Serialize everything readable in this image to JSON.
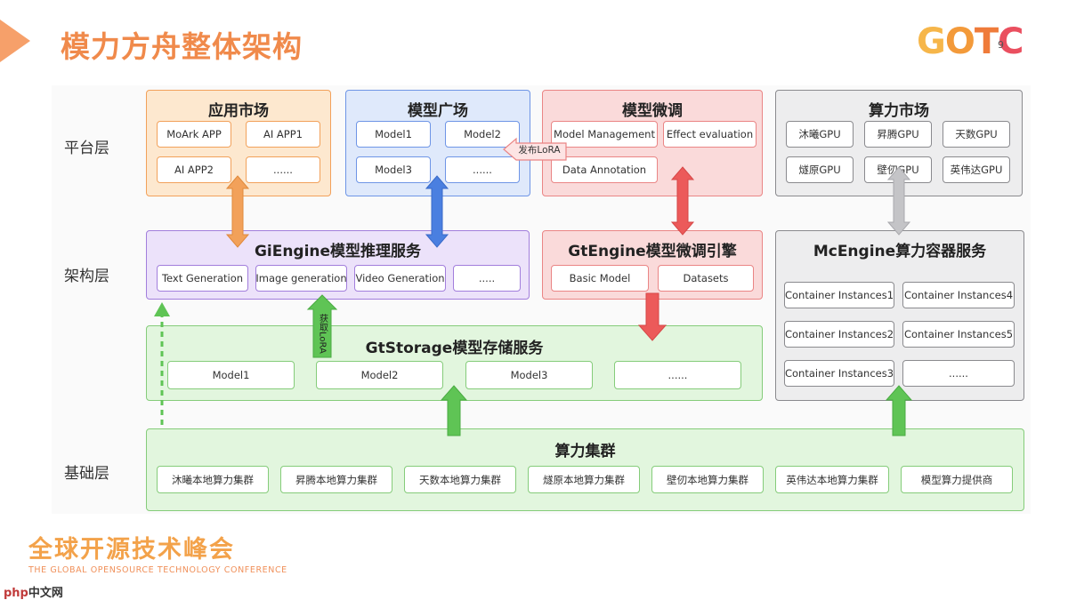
{
  "title": "模力方舟整体架构",
  "logo": {
    "text": "GOTC",
    "page": "9"
  },
  "layers": {
    "platform": "平台层",
    "architecture": "架构层",
    "base": "基础层"
  },
  "app_market": {
    "title": "应用市场",
    "items": [
      "MoArk APP",
      "AI APP1",
      "AI APP2",
      "......"
    ]
  },
  "model_square": {
    "title": "模型广场",
    "items": [
      "Model1",
      "Model2",
      "Model3",
      "......"
    ]
  },
  "fine_tune": {
    "title": "模型微调",
    "items": [
      "Model Management",
      "Effect evaluation",
      "Data Annotation"
    ]
  },
  "compute_market": {
    "title": "算力市场",
    "items": [
      "沐曦GPU",
      "昇腾GPU",
      "天数GPU",
      "燧原GPU",
      "壁仞GPU",
      "英伟达GPU"
    ]
  },
  "giengine": {
    "title": "GiEngine模型推理服务",
    "items": [
      "Text Generation",
      "Image generation",
      "Video Generation",
      "....."
    ]
  },
  "gtengine": {
    "title": "GtEngine模型微调引擎",
    "items": [
      "Basic Model",
      "Datasets"
    ]
  },
  "mcengine": {
    "title": "McEngine算力容器服务",
    "items": [
      "Container Instances1",
      "Container Instances4",
      "Container Instances2",
      "Container Instances5",
      "Container Instances3",
      "......"
    ]
  },
  "gtstorage": {
    "title": "GtStorage模型存储服务",
    "items": [
      "Model1",
      "Model2",
      "Model3",
      "......"
    ]
  },
  "cluster": {
    "title": "算力集群",
    "items": [
      "沐曦本地算力集群",
      "昇腾本地算力集群",
      "天数本地算力集群",
      "燧原本地算力集群",
      "壁仞本地算力集群",
      "英伟达本地算力集群",
      "模型算力提供商"
    ]
  },
  "labels": {
    "publish_lora": "发布LoRA",
    "fetch_lora": "获取LoRA"
  },
  "colors": {
    "orange": "#f2a15a",
    "blue": "#4a7fe0",
    "red": "#ec5a5a",
    "gray": "#b5b5b8",
    "green": "#5fc455"
  },
  "footer": {
    "cn": "全球开源技术峰会",
    "en": "THE GLOBAL OPENSOURCE TECHNOLOGY CONFERENCE"
  },
  "watermark": {
    "php": "php",
    "site": "中文网"
  }
}
